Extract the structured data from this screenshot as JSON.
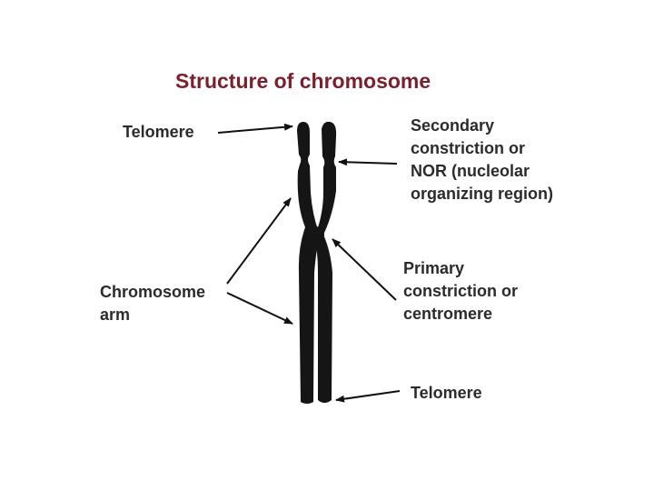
{
  "title": "Structure of chromosome",
  "labels": {
    "telomere_top": "Telomere",
    "secondary_constriction": "Secondary\nconstriction or\nNOR (nucleolar\norganizing region)",
    "chromosome_arm": "Chromosome\narm",
    "primary_constriction": "Primary\nconstriction or\ncentromere",
    "telomere_bottom": "Telomere"
  },
  "colors": {
    "title": "#7b1f2c",
    "label_text": "#2b2b2b",
    "chromosome": "#151515",
    "arrow": "#111111"
  }
}
